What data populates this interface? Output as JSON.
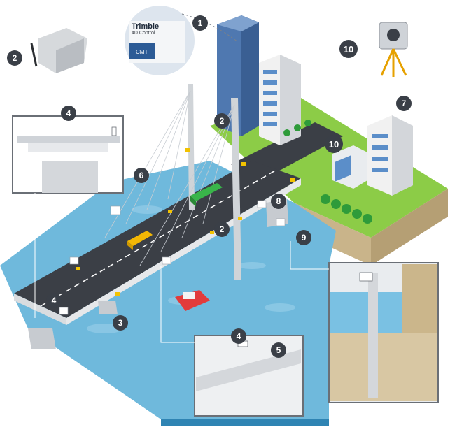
{
  "colors": {
    "water": "#6fb9dc",
    "water_dark": "#4a9ccb",
    "road": "#3b3f46",
    "grass": "#7fbf3f",
    "soil": "#c9b48a",
    "sensor_yellow": "#f2c200",
    "badge": "#3a3f47",
    "bus": "#39b54a",
    "van": "#f2b705"
  },
  "logo": {
    "brand": "Trimble",
    "product": "4D Control",
    "sub": "CMT"
  },
  "callouts": [
    {
      "id": "c1",
      "label": "1"
    },
    {
      "id": "c2a",
      "label": "2"
    },
    {
      "id": "c2b",
      "label": "2"
    },
    {
      "id": "c2c",
      "label": "2"
    },
    {
      "id": "c3",
      "label": "3"
    },
    {
      "id": "c4a",
      "label": "4"
    },
    {
      "id": "c4b",
      "label": "4"
    },
    {
      "id": "c4c",
      "label": "4"
    },
    {
      "id": "c5",
      "label": "5"
    },
    {
      "id": "c6",
      "label": "6"
    },
    {
      "id": "c7",
      "label": "7"
    },
    {
      "id": "c8",
      "label": "8"
    },
    {
      "id": "c9",
      "label": "9"
    },
    {
      "id": "c10a",
      "label": "10"
    },
    {
      "id": "c10b",
      "label": "10"
    }
  ],
  "icons": [
    "gateway-device-icon",
    "total-station-icon",
    "trimble-monitor-icon"
  ]
}
